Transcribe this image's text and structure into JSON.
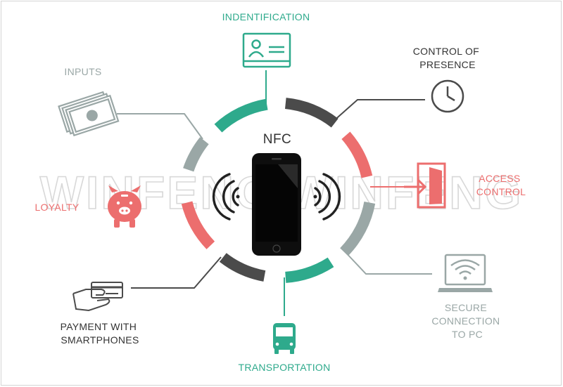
{
  "center": {
    "label": "NFC"
  },
  "watermark": "WINFENG WINFENG",
  "colors": {
    "teal": "#2eaa8c",
    "dark": "#4b4b4b",
    "salmon": "#ec6e6e",
    "gray": "#9aa7a6",
    "phone": "#0e0e0e"
  },
  "nodes": [
    {
      "id": "identification",
      "lines": [
        "INDENTIFICATION"
      ],
      "icon": "id-card-icon",
      "color": "teal"
    },
    {
      "id": "presence",
      "lines": [
        "CONTROL OF",
        "PRESENCE"
      ],
      "icon": "clock-icon",
      "color": "dark"
    },
    {
      "id": "access",
      "lines": [
        "ACCESS",
        "CONTROL"
      ],
      "icon": "door-enter-icon",
      "color": "salmon"
    },
    {
      "id": "secure",
      "lines": [
        "SECURE",
        "CONNECTION",
        "TO PC"
      ],
      "icon": "laptop-wifi-icon",
      "color": "gray"
    },
    {
      "id": "transportation",
      "lines": [
        "TRANSPORTATION"
      ],
      "icon": "bus-icon",
      "color": "teal"
    },
    {
      "id": "payment",
      "lines": [
        "PAYMENT WITH",
        "SMARTPHONES"
      ],
      "icon": "hand-card-icon",
      "color": "dark"
    },
    {
      "id": "loyalty",
      "lines": [
        "LOYALTY"
      ],
      "icon": "piggy-bank-icon",
      "color": "salmon"
    },
    {
      "id": "inputs",
      "lines": [
        "INPUTS"
      ],
      "icon": "money-bills-icon",
      "color": "gray"
    }
  ]
}
